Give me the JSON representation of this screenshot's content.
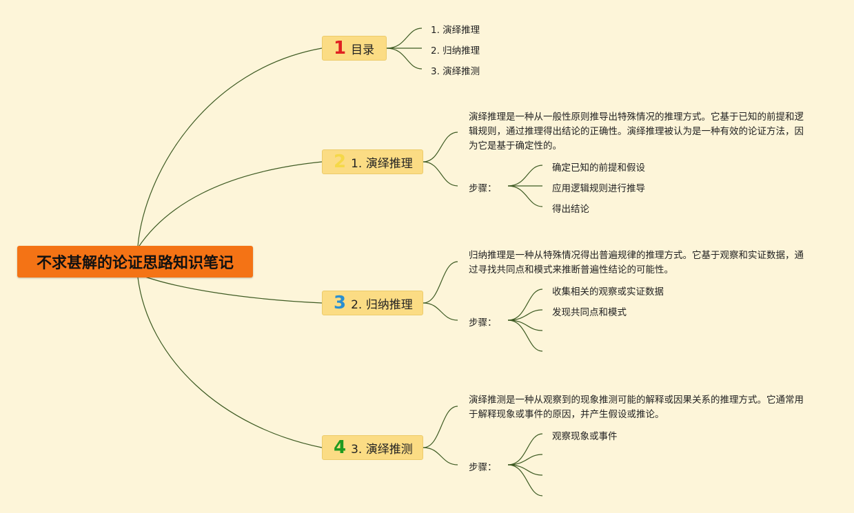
{
  "root": {
    "title": "不求甚解的论证思路知识笔记"
  },
  "topics": [
    {
      "number": "1",
      "number_color": "#e02020",
      "label": "目录",
      "children": [
        "1. 演绎推理",
        "2. 归纳推理",
        "3. 演绎推测"
      ]
    },
    {
      "number": "2",
      "number_color": "#f5d848",
      "label": "1. 演绎推理",
      "description": "演绎推理是一种从一般性原则推导出特殊情况的推理方式。它基于已知的前提和逻辑规则，通过推理得出结论的正确性。演绎推理被认为是一种有效的论证方法，因为它是基于确定性的。",
      "steps_label": "步骤：",
      "steps": [
        "确定已知的前提和假设",
        "应用逻辑规则进行推导",
        "得出结论"
      ]
    },
    {
      "number": "3",
      "number_color": "#2a8fd0",
      "label": "2. 归纳推理",
      "description": "归纳推理是一种从特殊情况得出普遍规律的推理方式。它基于观察和实证数据，通过寻找共同点和模式来推断普遍性结论的可能性。",
      "steps_label": "步骤：",
      "steps": [
        "收集相关的观察或实证数据",
        "发现共同点和模式",
        "",
        ""
      ]
    },
    {
      "number": "4",
      "number_color": "#1f9a1f",
      "label": "3. 演绎推测",
      "description": "演绎推测是一种从观察到的现象推测可能的解释或因果关系的推理方式。它通常用于解释现象或事件的原因，并产生假设或推论。",
      "steps_label": "步骤：",
      "steps": [
        "观察现象或事件",
        "",
        "",
        ""
      ]
    }
  ]
}
